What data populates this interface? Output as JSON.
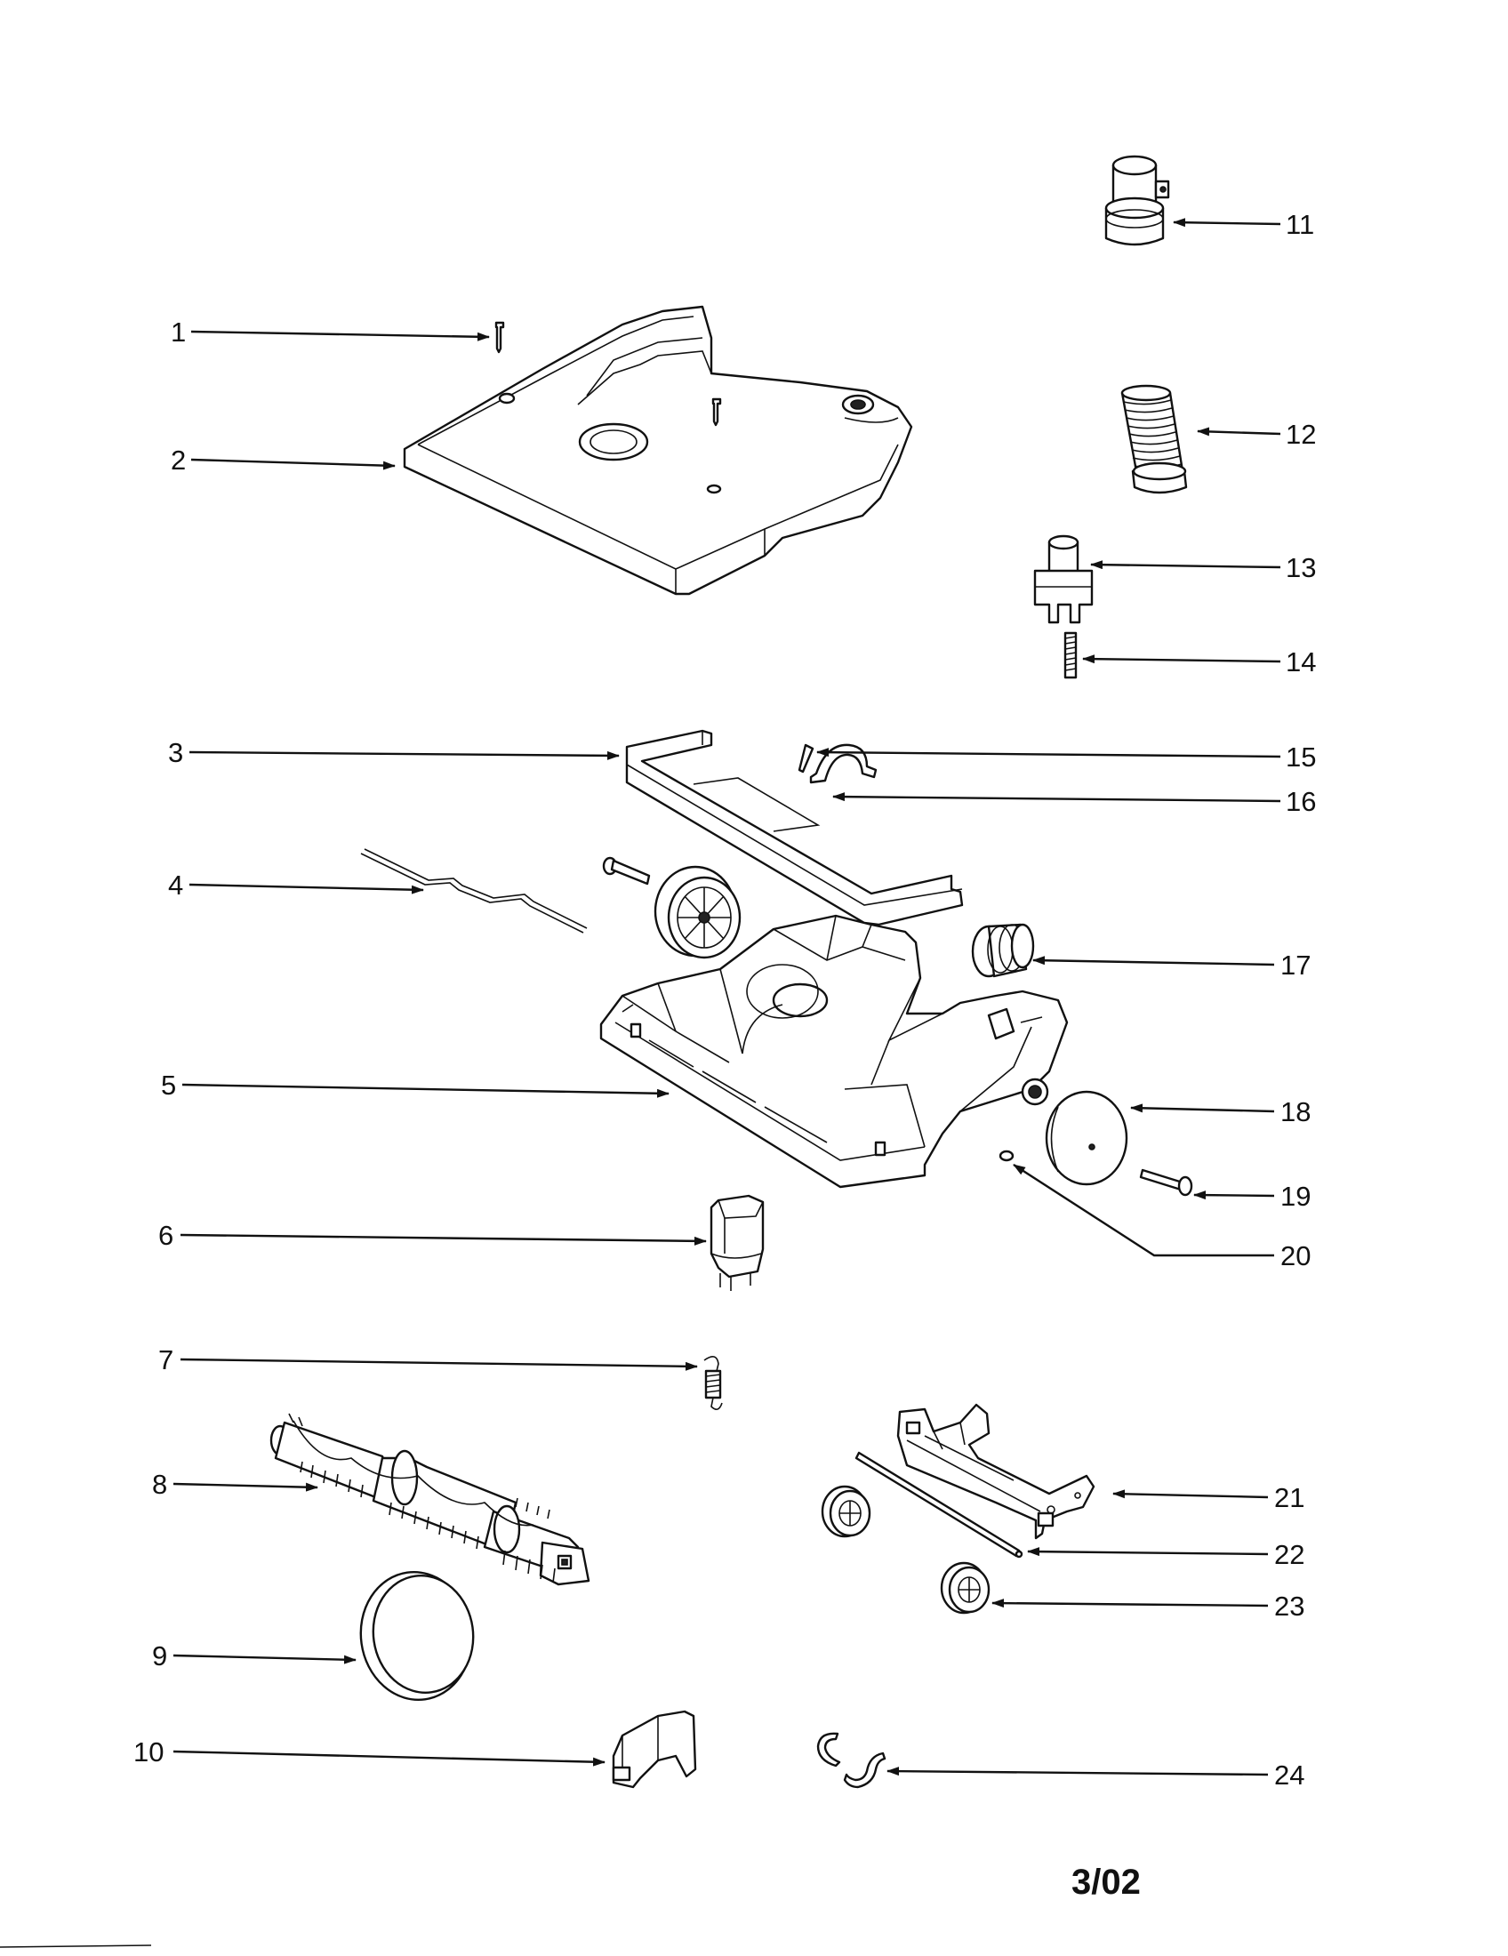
{
  "diagram": {
    "callouts": [
      {
        "number": "1"
      },
      {
        "number": "2"
      },
      {
        "number": "3"
      },
      {
        "number": "4"
      },
      {
        "number": "5"
      },
      {
        "number": "6"
      },
      {
        "number": "7"
      },
      {
        "number": "8"
      },
      {
        "number": "9"
      },
      {
        "number": "10"
      },
      {
        "number": "11"
      },
      {
        "number": "12"
      },
      {
        "number": "13"
      },
      {
        "number": "14"
      },
      {
        "number": "15"
      },
      {
        "number": "16"
      },
      {
        "number": "17"
      },
      {
        "number": "18"
      },
      {
        "number": "19"
      },
      {
        "number": "20"
      },
      {
        "number": "21"
      },
      {
        "number": "22"
      },
      {
        "number": "23"
      },
      {
        "number": "24"
      }
    ],
    "revision": "3/02"
  }
}
